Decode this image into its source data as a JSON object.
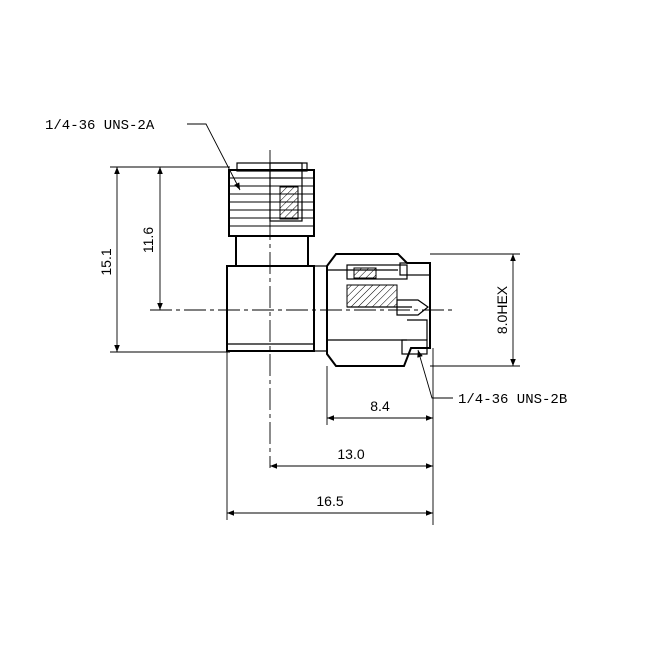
{
  "callouts": {
    "top_thread": "1/4-36 UNS-2A",
    "bottom_thread": "1/4-36 UNS-2B"
  },
  "dimensions": {
    "overall_height": "15.1",
    "center_height": "11.6",
    "hex_size": "8.0HEX",
    "plug_length": "8.4",
    "center_to_end": "13.0",
    "overall_length": "16.5"
  },
  "colors": {
    "line": "#000000",
    "background": "#ffffff"
  }
}
